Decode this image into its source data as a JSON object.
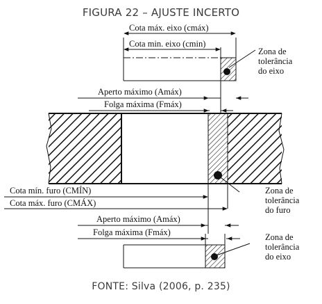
{
  "figure": {
    "title": "FIGURA 22 – AJUSTE INCERTO",
    "source": "FONTE: Silva (2006, p. 235)"
  },
  "labels": {
    "cota_max_eixo": "Cota máx. eixo (cmáx)",
    "cota_min_eixo": "Cota min. eixo (cmin)",
    "zona_eixo_top": [
      "Zona de",
      "tolerância",
      "do eixo"
    ],
    "aperto_max_top": "Aperto máximo (Amáx)",
    "folga_max_top": "Folga máxima (Fmáx)",
    "cota_min_furo": "Cota mín. furo (CMÍN)",
    "cota_max_furo": "Cota máx. furo (CMÁX)",
    "zona_furo": [
      "Zona de",
      "tolerância",
      "do furo"
    ],
    "aperto_max_bottom": "Aperto máximo (Amáx)",
    "folga_max_bottom": "Folga máxima (Fmáx)",
    "zona_eixo_bottom": [
      "Zona de",
      "tolerância",
      "do eixo"
    ]
  }
}
